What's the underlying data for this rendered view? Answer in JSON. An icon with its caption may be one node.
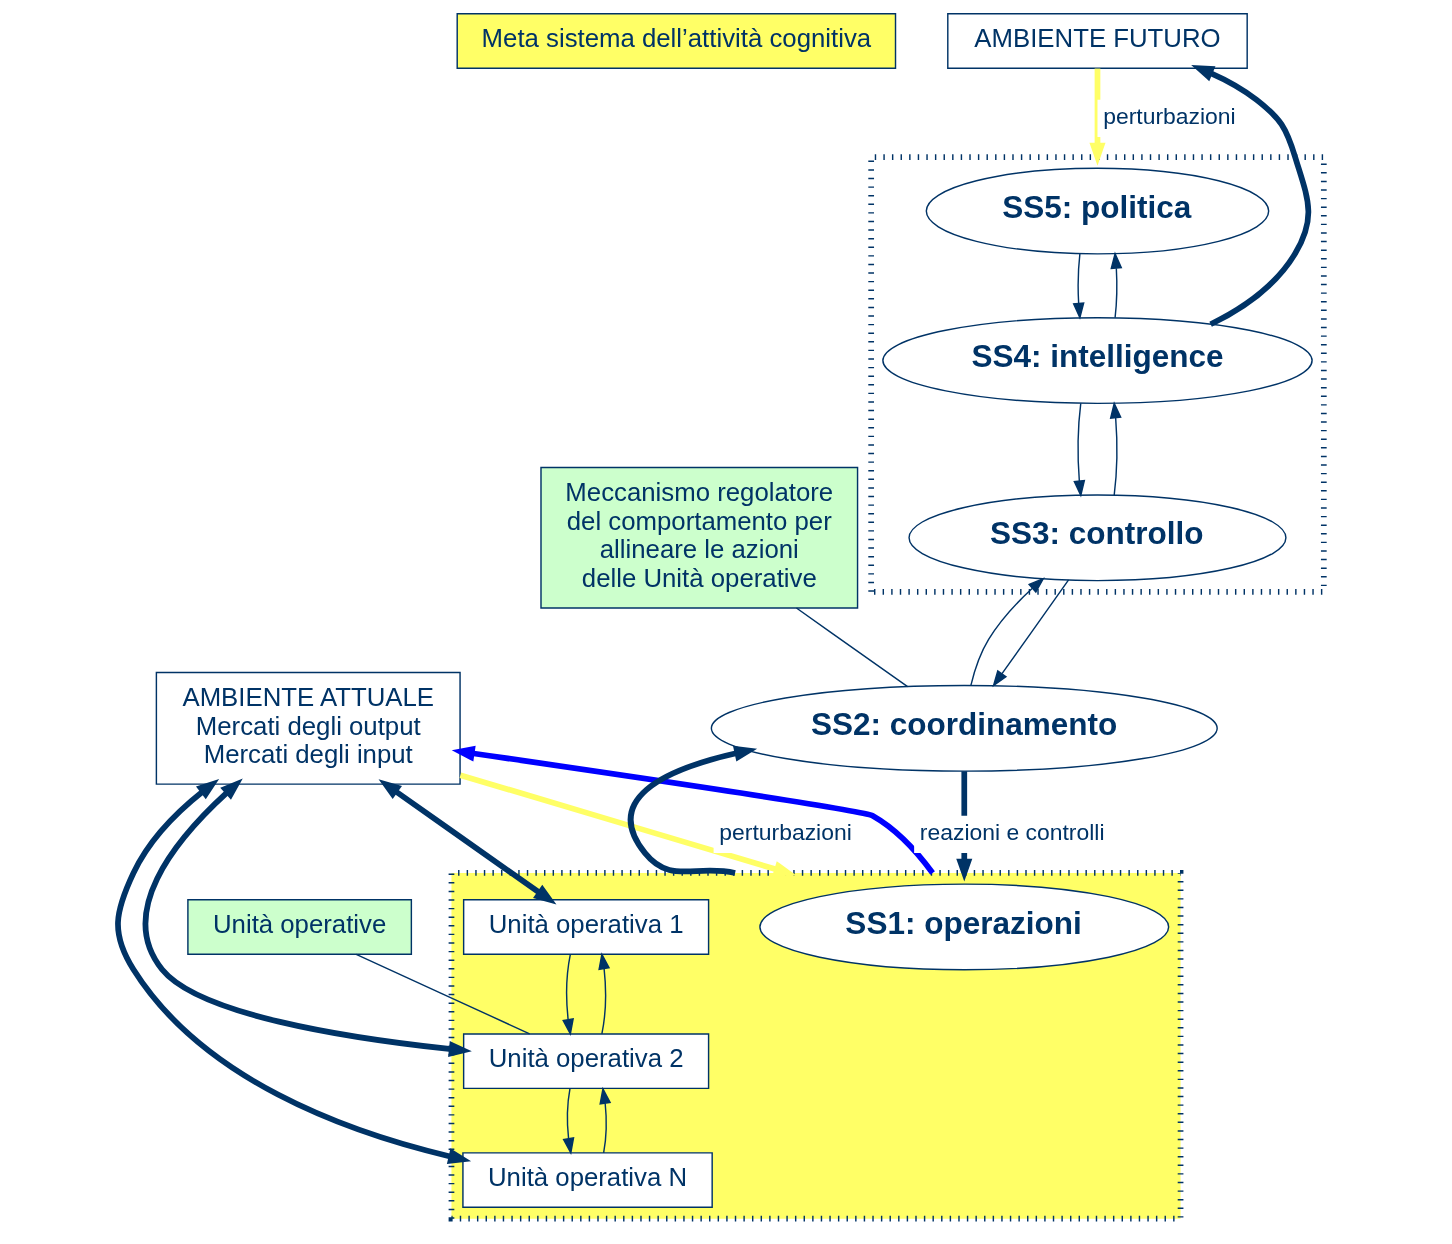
{
  "diagram": {
    "nodes": [
      {
        "text": [
          "Meta sistema dell’attività cognitiva"
        ]
      },
      {
        "text": [
          "AMBIENTE FUTURO"
        ]
      },
      {
        "text": [
          "AMBIENTE ATTUALE",
          "Mercati degli output",
          "Mercati degli input"
        ]
      },
      {
        "text": [],
        "shape": "box"
      },
      {
        "text": [
          "SS5: politica"
        ],
        "in": 3
      },
      {
        "text": [
          "SS4: intelligence"
        ],
        "in": 3
      },
      {
        "text": [
          "SS3: controllo"
        ],
        "in": 3
      },
      {
        "text": [
          "SS2: coordinamento"
        ]
      },
      {
        "text": [],
        "shape": "box"
      },
      {
        "text": [
          "SS1: operazioni"
        ],
        "in": 8
      },
      {
        "text": [
          "Unità operativa 1"
        ],
        "in": 8
      },
      {
        "text": [
          "Unità operativa 2"
        ],
        "in": 8
      },
      {
        "text": [
          "Unità operativa N"
        ],
        "in": 8
      },
      {
        "text": [
          "Meccanismo regolatore del comportamento per allineare le azioni delle Unità operative"
        ]
      },
      {
        "text": [
          "Unità operative"
        ]
      }
    ],
    "edges": [
      {
        "from": 1,
        "to": 3,
        "arrow": "to",
        "label": "perturbazioni",
        "style": "thick",
        "color": "#ffff66"
      },
      {
        "from": 5,
        "to": 1,
        "arrow": "to",
        "style": "thick"
      },
      {
        "from": 4,
        "to": 5,
        "arrow": "to"
      },
      {
        "from": 5,
        "to": 4,
        "arrow": "to"
      },
      {
        "from": 5,
        "to": 6,
        "arrow": "to"
      },
      {
        "from": 6,
        "to": 5,
        "arrow": "to"
      },
      {
        "from": 7,
        "to": 6,
        "arrow": "to"
      },
      {
        "from": 6,
        "to": 7,
        "arrow": "to"
      },
      {
        "from": 7,
        "to": 8,
        "arrow": "to",
        "style": "thick"
      },
      {
        "from": 8,
        "to": 7,
        "arrow": "to",
        "style": "thick"
      },
      {
        "from": 2,
        "to": 8,
        "arrow": "to",
        "label": "perturbazioni",
        "style": "thick",
        "color": "#ffff66"
      },
      {
        "from": 8,
        "to": 2,
        "arrow": "to",
        "label": "reazioni e controlli",
        "style": "thick",
        "color": "#0000ff"
      },
      {
        "from": 2,
        "to": 10,
        "arrow": "both",
        "style": "thick"
      },
      {
        "from": 2,
        "to": 11,
        "arrow": "both",
        "style": "thick"
      },
      {
        "from": 2,
        "to": 12,
        "arrow": "both",
        "style": "thick"
      },
      {
        "from": 10,
        "to": 11,
        "arrow": "to"
      },
      {
        "from": 11,
        "to": 10,
        "arrow": "to"
      },
      {
        "from": 11,
        "to": 12,
        "arrow": "to"
      },
      {
        "from": 12,
        "to": 11,
        "arrow": "to"
      },
      {
        "from": 13,
        "to": 7,
        "arrow": "none"
      },
      {
        "from": 14,
        "to": 11,
        "arrow": "none"
      }
    ]
  }
}
